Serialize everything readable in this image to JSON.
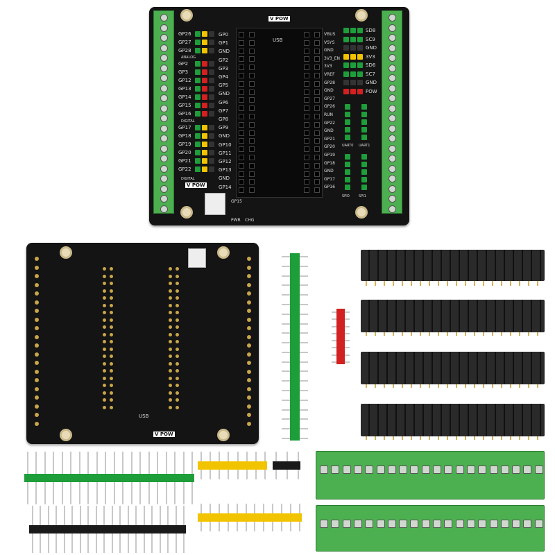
{
  "top_board": {
    "vpow_top": "V POW",
    "usb": "USB",
    "vpow_bottom": "V POW",
    "left_labels": [
      "GP26",
      "GP27",
      "GP28",
      "GP2",
      "GP3",
      "GP12",
      "GP13",
      "GP14",
      "GP15",
      "GP16",
      "GP17",
      "GP18",
      "GP19",
      "GP20",
      "GP21",
      "GP22"
    ],
    "group_labels": [
      "ANALOG",
      "DIGITAL",
      "DIGITAL"
    ],
    "center_left_labels": [
      "GP0",
      "GP1",
      "GND",
      "GP2",
      "GP3",
      "GP4",
      "GP5",
      "GND",
      "GP6",
      "GP7",
      "GP8",
      "GP9",
      "GND",
      "GP10",
      "GP11",
      "GP12",
      "GP13",
      "GND",
      "GP14"
    ],
    "center_right_labels": [
      "VBUS",
      "VSYS",
      "GND",
      "3V3_EN",
      "3V3",
      "VREF",
      "GP28",
      "GND",
      "GP27",
      "GP26",
      "RUN",
      "GP22",
      "GND",
      "GP21",
      "GP20",
      "GP19",
      "GP18",
      "GND",
      "GP17",
      "GP16"
    ],
    "right_labels": [
      "SD8",
      "SC9",
      "GND",
      "3V3",
      "SD6",
      "SC7",
      "GND",
      "POW"
    ],
    "bus_labels": [
      "UART0",
      "UART1",
      "SPI0",
      "SPI1"
    ],
    "switch_labels": [
      "PWR",
      "CHG"
    ],
    "gp15": "GP15"
  },
  "bottom_board": {
    "usb": "USB",
    "vpow": "V POW"
  },
  "colors": {
    "pcb": "#141414",
    "terminal": "#4caf50",
    "header_green": "#1e9e3a",
    "header_yellow": "#f2c400",
    "header_red": "#d32020",
    "header_black": "#1a1a1a"
  }
}
